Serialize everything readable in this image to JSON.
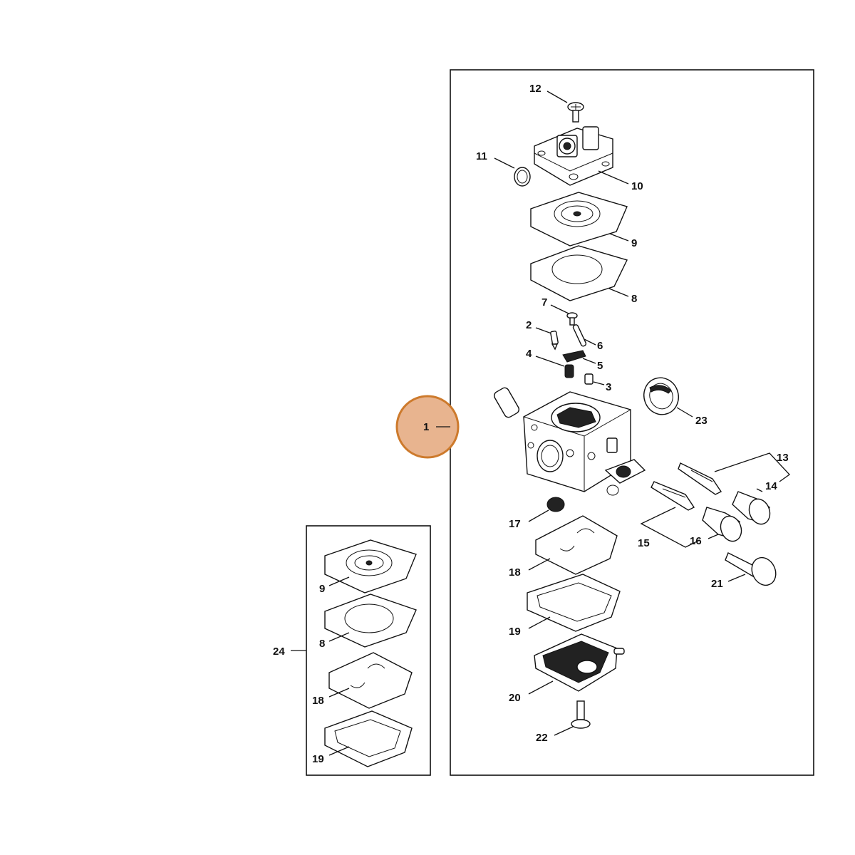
{
  "highlight": {
    "color": "#e8b48f",
    "stroke": "#cd7a2c",
    "label": "1"
  },
  "labels": {
    "p12": "12",
    "p11": "11",
    "p10": "10",
    "p9": "9",
    "p8": "8",
    "p7": "7",
    "p2": "2",
    "p6": "6",
    "p4": "4",
    "p5": "5",
    "p3": "3",
    "p23": "23",
    "p13": "13",
    "p14": "14",
    "p15": "15",
    "p16": "16",
    "p17": "17",
    "p18": "18",
    "p21": "21",
    "p19": "19",
    "p20": "20",
    "p22": "22",
    "p24": "24",
    "kit9": "9",
    "kit8": "8",
    "kit18": "18",
    "kit19": "19"
  }
}
